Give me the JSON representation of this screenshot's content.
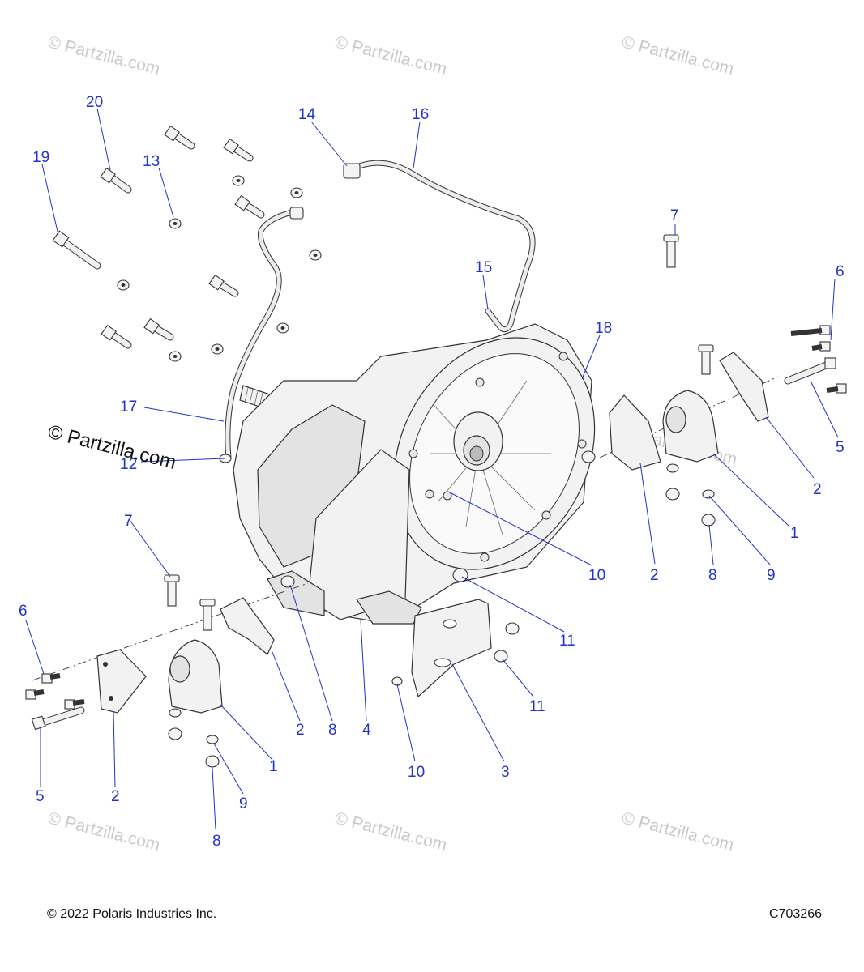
{
  "watermark": "© Partzilla.com",
  "watermark_prominent": "© Partzilla.com",
  "footer": {
    "copyright": "© 2022 Polaris Industries Inc.",
    "diagram_code": "C703266"
  },
  "callouts": [
    "20",
    "19",
    "13",
    "14",
    "16",
    "7",
    "6",
    "15",
    "18",
    "17",
    "12",
    "5",
    "2",
    "1",
    "10",
    "2",
    "8",
    "9",
    "7",
    "6",
    "11",
    "11",
    "2",
    "8",
    "4",
    "1",
    "5",
    "2",
    "9",
    "10",
    "3",
    "8"
  ]
}
